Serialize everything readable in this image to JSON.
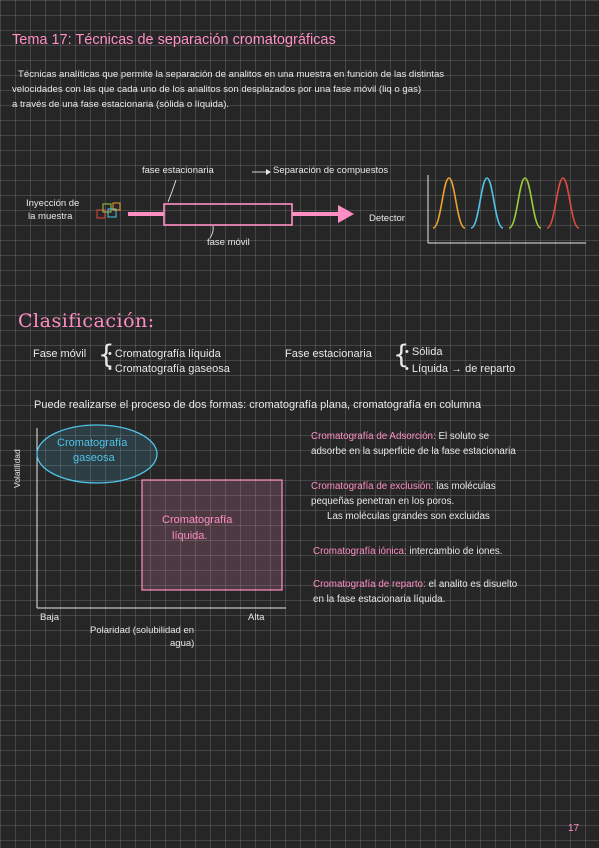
{
  "title": "Tema 17: Técnicas de separación cromatográficas",
  "intro": [
    "Técnicas analíticas que permite la separación de analitos en una muestra en función de las distintas",
    "velocidades con las que cada uno de los analitos son desplazados por una fase móvil (liq o gas)",
    "a través de una fase estacionaria (sólida o líquida)."
  ],
  "diagram": {
    "injection_line1": "Inyección de",
    "injection_line2": "la muestra",
    "stationary": "fase estacionaria",
    "separation": "Separación de compuestos",
    "mobile": "fase móvil",
    "detector": "Detector",
    "peak_colors": [
      "#f0a030",
      "#4fc3e8",
      "#9ccc3c",
      "#e04a3c"
    ]
  },
  "classification": {
    "heading": "Clasificación:",
    "mobile_label": "Fase móvil",
    "mobile_items": [
      "• Cromatografía líquida",
      "• Cromatografía gaseosa"
    ],
    "stationary_label": "Fase estacionaria",
    "stationary_items": [
      "• Sólida",
      "• Líquida → de reparto"
    ],
    "forms": "Puede realizarse el proceso de dos formas: cromatografía plana, cromatografía en columna"
  },
  "plot": {
    "ylabel": "Volatilidad",
    "xlabel_line1": "Polaridad (solubilidad en",
    "xlabel_line2": "agua)",
    "x_low": "Baja",
    "x_high": "Alta",
    "gas_line1": "Cromatografía",
    "gas_line2": "gaseosa",
    "liq_line1": "Cromatografía",
    "liq_line2": "líquida."
  },
  "types": [
    {
      "name": "Cromatografía de Adsorción:",
      "lines": [
        "El soluto se",
        "adsorbe en la superficie de la fase estacionaria"
      ]
    },
    {
      "name": "Cromatografía de exclusión:",
      "lines": [
        "las moléculas",
        "pequeñas penetran en los poros.",
        "Las moléculas grandes son excluidas"
      ]
    },
    {
      "name": "Cromatografía iónica:",
      "lines": [
        "intercambio de iones."
      ]
    },
    {
      "name": "Cromatografía de reparto:",
      "lines": [
        "el analito es disuelto",
        "en la fase estacionaria líquida."
      ]
    }
  ],
  "page_number": "17"
}
